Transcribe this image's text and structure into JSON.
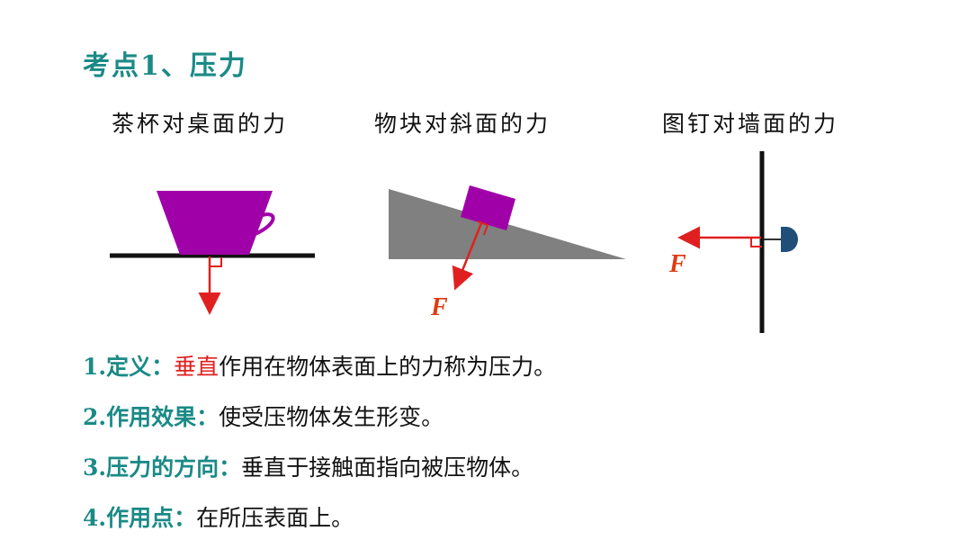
{
  "title": "考点1、压力",
  "captions": [
    "茶杯对桌面的力",
    "物块对斜面的力",
    "图钉对墙面的力"
  ],
  "force_label": "F",
  "colors": {
    "accent": "#1b8a87",
    "cup": "#a000a8",
    "slope": "#808080",
    "force": "#e02020",
    "pin": "#1f4e79"
  },
  "lines": [
    {
      "lead": "1.定义：",
      "highlight": "垂直",
      "text": "作用在物体表面上的力称为压力。"
    },
    {
      "lead": "2.作用效果：",
      "highlight": "",
      "text": "使受压物体发生形变。"
    },
    {
      "lead": "3.压力的方向：",
      "highlight": "",
      "text": "垂直于接触面指向被压物体。"
    },
    {
      "lead": "4.作用点：",
      "highlight": "",
      "text": "在所压表面上。"
    }
  ]
}
